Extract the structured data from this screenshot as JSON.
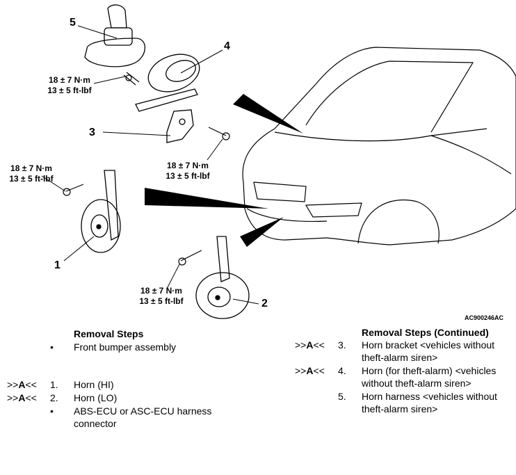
{
  "diagram": {
    "labels": {
      "n1": "1",
      "n2": "2",
      "n3": "3",
      "n4": "4",
      "n5": "5"
    },
    "torque": {
      "top_line1": "18 ± 7 N·m",
      "top_line2": "13 ± 5 ft-lbf",
      "mid_line1": "18 ± 7 N·m",
      "mid_line2": "13 ± 5 ft-lbf",
      "left_line1": "18 ± 7 N·m",
      "left_line2": "13 ± 5 ft-lbf",
      "bottom_line1": "18 ± 7 N·m",
      "bottom_line2": "13 ± 5 ft-lbf"
    },
    "figure_code": "AC900246AC"
  },
  "left_list": {
    "heading": "Removal Steps",
    "items": [
      {
        "ref": "",
        "no": "•",
        "text": "Front bumper assembly"
      },
      {
        "ref_pre": ">>",
        "ref_b": "A",
        "ref_post": "<<",
        "no": "1.",
        "text": "Horn (HI)"
      },
      {
        "ref_pre": ">>",
        "ref_b": "A",
        "ref_post": "<<",
        "no": "2.",
        "text": "Horn (LO)"
      },
      {
        "ref": "",
        "no": "•",
        "text": "ABS-ECU or ASC-ECU harness",
        "text2": "connector"
      }
    ]
  },
  "right_list": {
    "heading": "Removal Steps (Continued)",
    "items": [
      {
        "ref_pre": ">>",
        "ref_b": "A",
        "ref_post": "<<",
        "no": "3.",
        "text": "Horn bracket <vehicles without",
        "text2": "theft-alarm siren>"
      },
      {
        "ref_pre": ">>",
        "ref_b": "A",
        "ref_post": "<<",
        "no": "4.",
        "text": "Horn (for theft-alarm) <vehicles",
        "text2": "without theft-alarm siren>"
      },
      {
        "ref": "",
        "no": "5.",
        "text": "Horn harness <vehicles without",
        "text2": "theft-alarm siren>"
      }
    ]
  }
}
